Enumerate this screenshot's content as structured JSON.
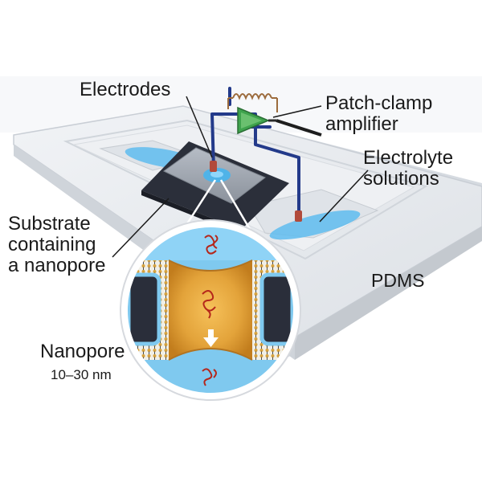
{
  "labels": {
    "electrodes": "Electrodes",
    "patch_clamp_line1": "Patch-clamp",
    "patch_clamp_line2": "amplifier",
    "electrolyte_line1": "Electrolyte",
    "electrolyte_line2": "solutions",
    "substrate_line1": "Substrate",
    "substrate_line2": "containing",
    "substrate_line3": "a nanopore",
    "pdms": "PDMS",
    "nanopore": "Nanopore",
    "nanopore_size": "10–30 nm"
  },
  "colors": {
    "pdms": "#e6e9ed",
    "substrate": "#2b2f3a",
    "chip": "#9aa1ab",
    "electrolyte": "#4fb3e8",
    "wire": "#233a8a",
    "amplifier": "#3fa34d",
    "lipid_bilayer": "#d9a640",
    "protein": "#c0392b"
  }
}
